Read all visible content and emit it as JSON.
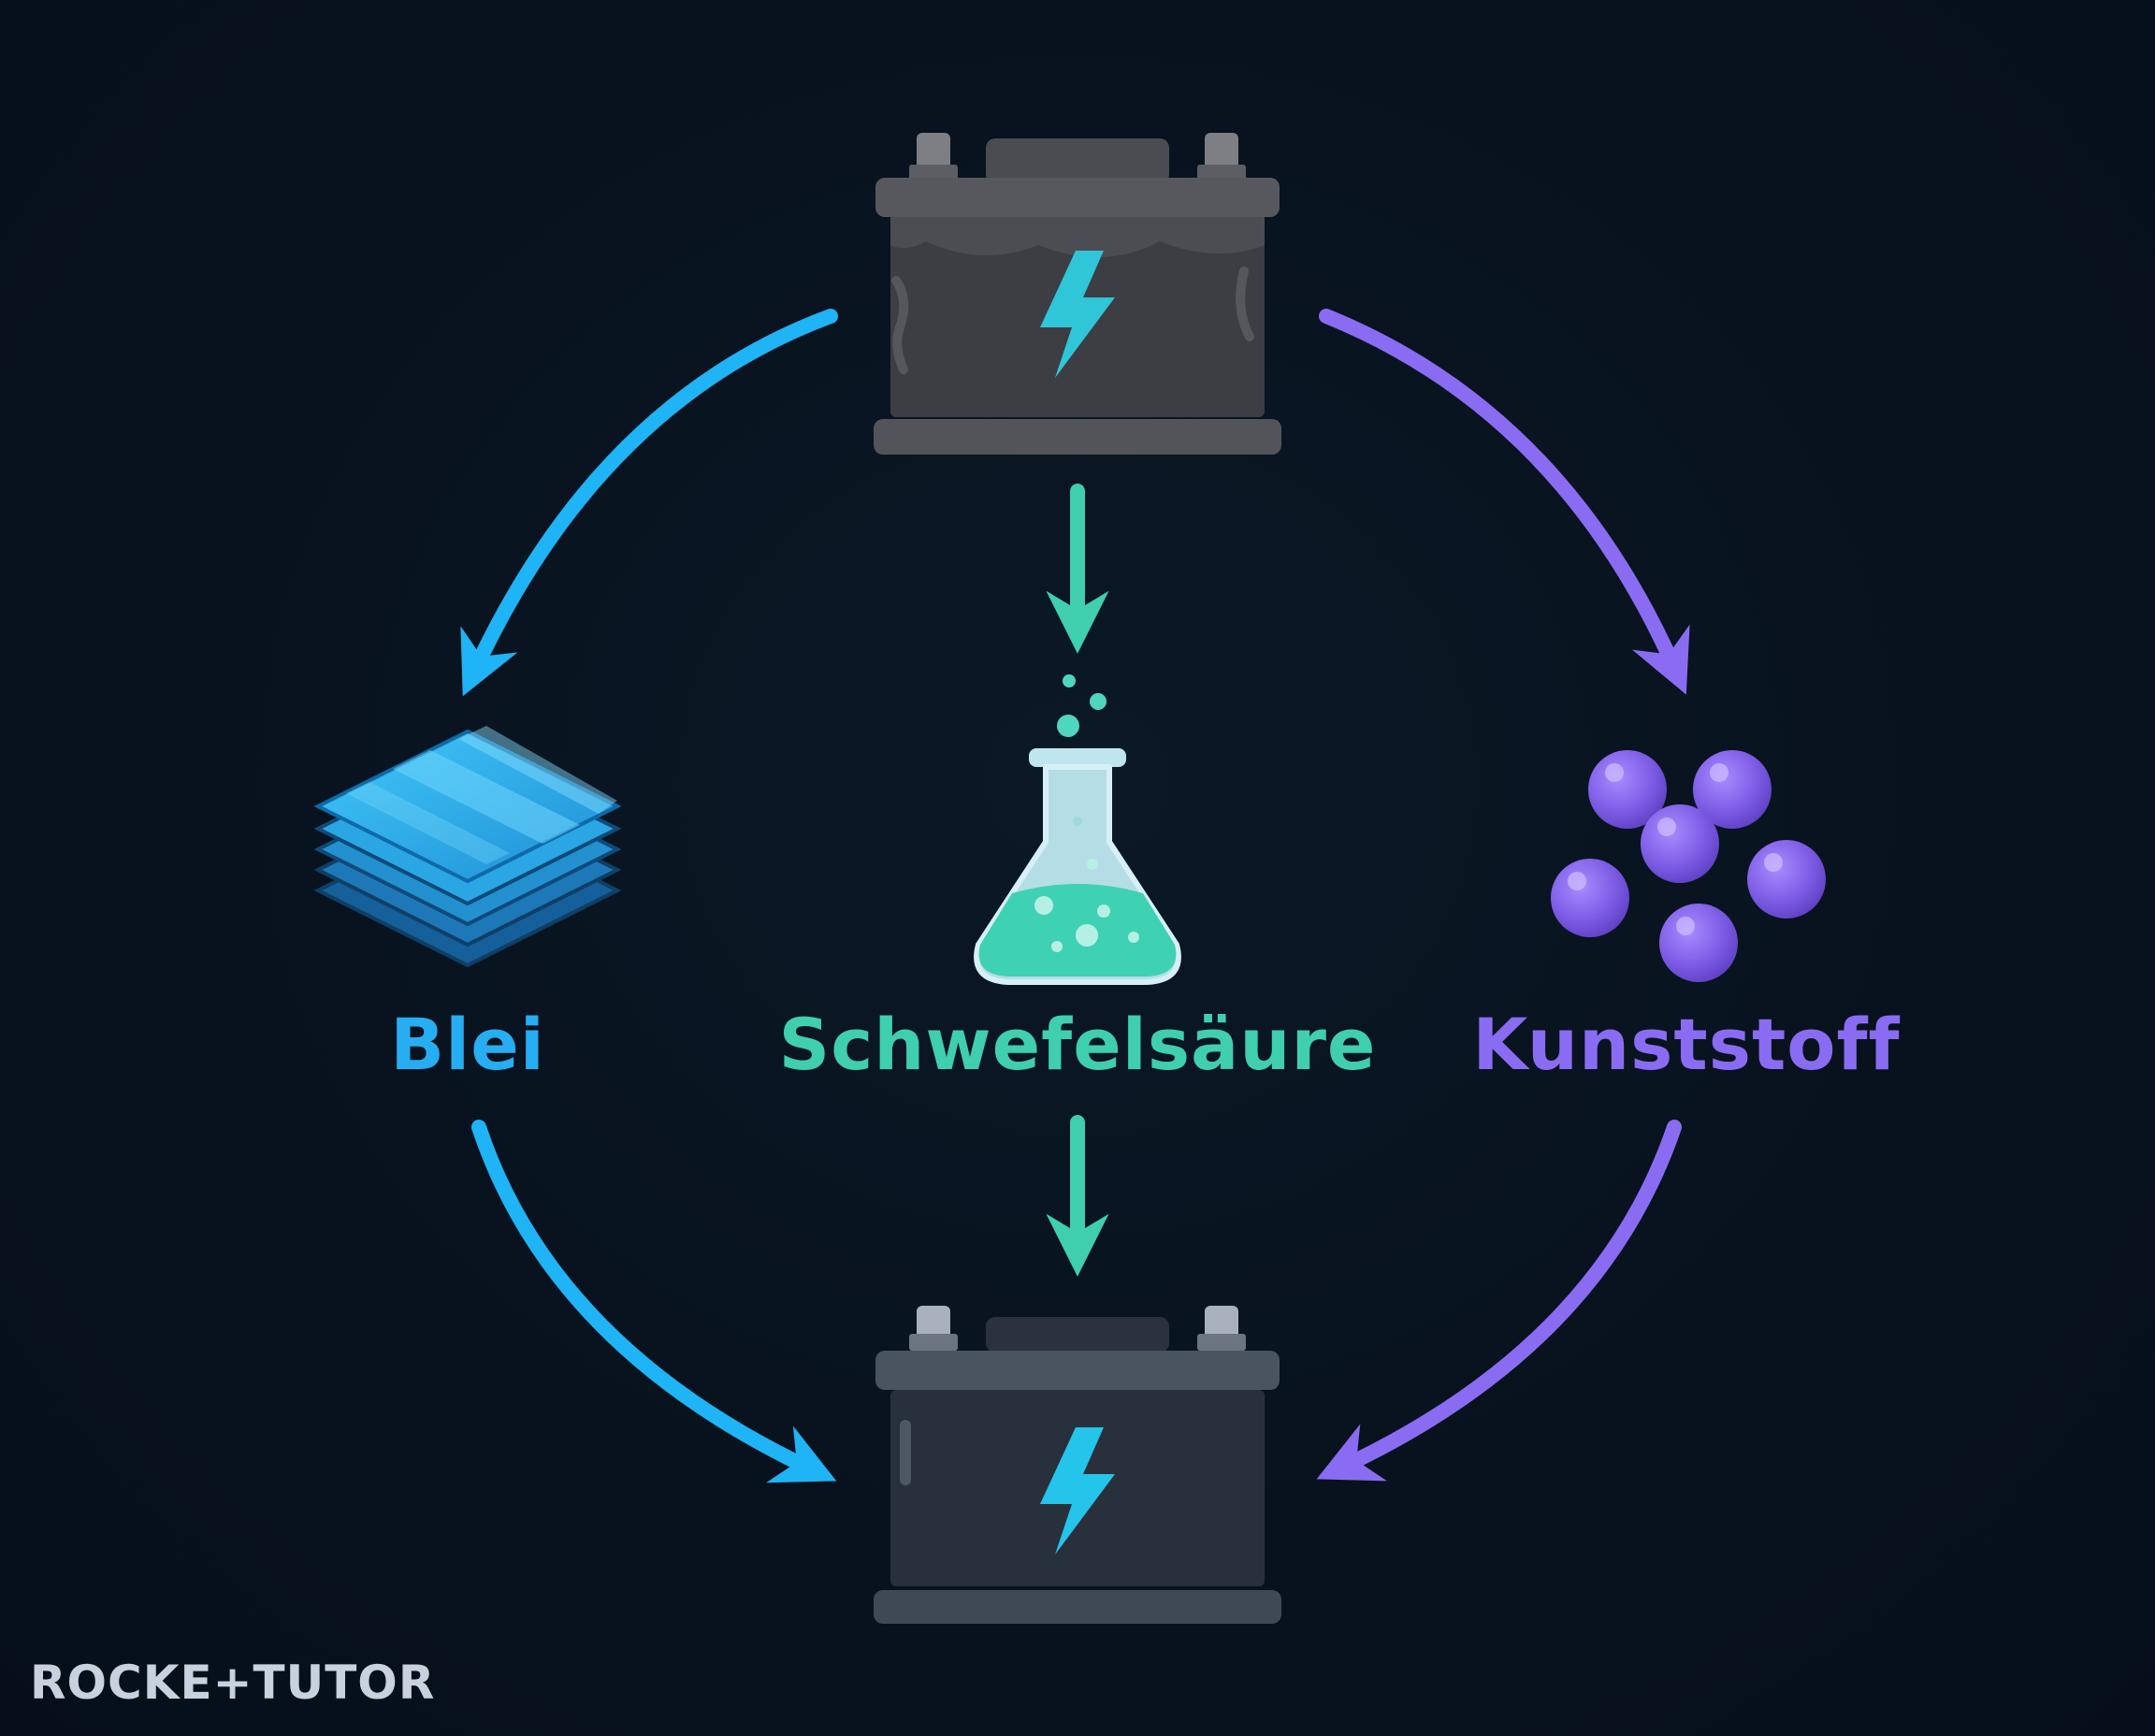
{
  "nodes": {
    "lead": {
      "label": "Blei",
      "color": "#27aef2"
    },
    "acid": {
      "label": "Schwefelsäure",
      "color": "#3fcfae"
    },
    "plastic": {
      "label": "Kunststoff",
      "color": "#8a6cf2"
    }
  },
  "icons": {
    "old_battery": "old-battery-icon",
    "new_battery": "new-battery-icon",
    "lead_plates": "lead-plates-icon",
    "acid_flask": "flask-icon",
    "plastic_pellets": "plastic-pellets-icon"
  },
  "brand": {
    "logo_text": "ROCKE+TUTOR"
  }
}
